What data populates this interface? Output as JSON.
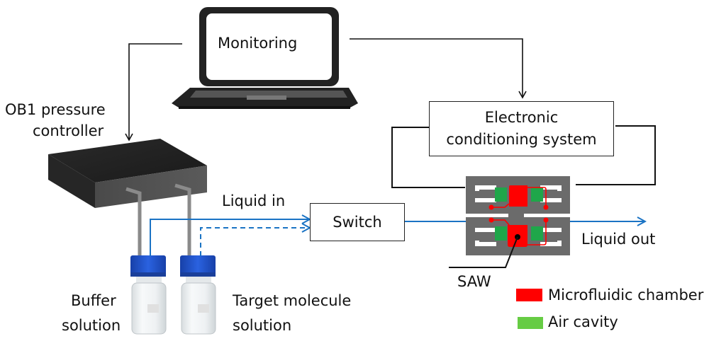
{
  "diagram": {
    "nodes": {
      "monitoring": {
        "label": "Monitoring",
        "icon": "laptop-icon"
      },
      "pressure_controller": {
        "label_line1": "OB1 pressure",
        "label_line2": "controller",
        "icon": "pressure-controller-icon"
      },
      "electronic_conditioning": {
        "label_line1": "Electronic",
        "label_line2": "conditioning system"
      },
      "switch": {
        "label": "Switch"
      },
      "buffer_bottle": {
        "label_line1": "Buffer",
        "label_line2": "solution",
        "icon": "bottle-icon"
      },
      "target_bottle": {
        "label_line1": "Target molecule",
        "label_line2": "solution",
        "icon": "bottle-icon"
      },
      "saw_chip": {
        "label": "SAW",
        "icon": "saw-chip-icon"
      }
    },
    "flow_labels": {
      "liquid_in": "Liquid in",
      "liquid_out": "Liquid out"
    },
    "legend": [
      {
        "label": "Microfluidic chamber",
        "color": "#ff0000"
      },
      {
        "label": "Air cavity",
        "color": "#66cc44"
      }
    ],
    "colors": {
      "flow": "#1a73c4",
      "connector": "#111111",
      "chip_body": "#6b6b6b",
      "cap": "#1d4fc4"
    }
  }
}
